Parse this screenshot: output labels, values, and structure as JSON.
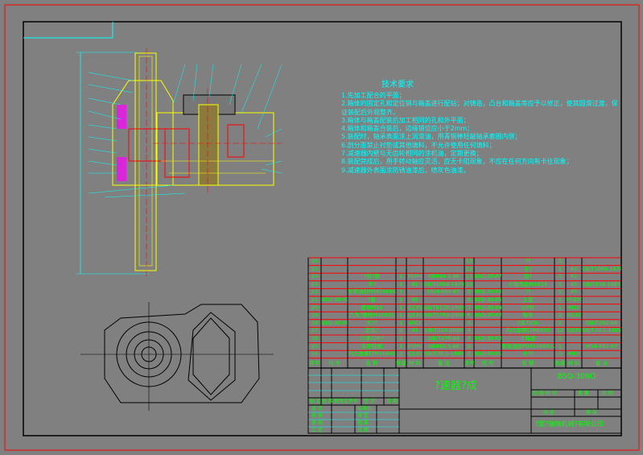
{
  "tech_requirements": {
    "title": "技术要求",
    "items": [
      "1.先加工配合的平面；",
      "2.箱体的固定孔和定位销与箱盖进行配钻；对铸造，凸台和箱盖等应予以修正，使其圆滑过渡，保",
      "证装配后外观整齐。",
      "3.箱体与箱盖配装后加工相同的孔和外平面；",
      "4.箱体和箱盖合装后，边缘错位应小于2mm；",
      "5.装配时，轴承表面涂上润滑油，用青铜棒轻敲轴承套圈内侧；",
      "6.剖分面禁止衬垫或其他填料，不允许使用任何填料；",
      "7.减速器内壁与无齿轮相同的涂机油，定期更换；",
      "8.装配完成后，用手转动轴应灵活，应无卡阻现象，不应在任何方向有卡住现象；",
      "9.减速器外表面涂防锈油漆后，喷灰色油漆。"
    ]
  },
  "bom": {
    "header_left": [
      "序号",
      "代 号",
      "名 称",
      "数量",
      "材 料",
      "备 注"
    ],
    "header_right": [
      "序号",
      "代 号",
      "名 称",
      "数量",
      "材 料",
      "备 注"
    ],
    "rows": [
      {
        "l": [
          "26",
          "",
          "",
          "",
          "",
          ""
        ],
        "r": [
          "13",
          "",
          "??",
          "1",
          "",
          ""
        ]
      },
      {
        "l": [
          "25",
          "",
          "",
          "",
          "",
          ""
        ],
        "r": [
          "12",
          "",
          "平?",
          "1",
          "45",
          "GB/T1096-1979"
        ]
      },
      {
        "l": [
          "24",
          "",
          "?封?圈",
          "1",
          "65Mn",
          "GB894.2-86"
        ],
        "r": [
          "11",
          "BSQ-30-07",
          "齿?",
          "1",
          "45",
          ""
        ]
      },
      {
        "l": [
          "23",
          "",
          "平?",
          "1",
          "45",
          "GB/T1096-1979"
        ],
        "r": [
          "10",
          "",
          "小锥齿轮M5X15",
          "1",
          "45",
          "GB/T818-1985"
        ]
      },
      {
        "l": [
          "22",
          "",
          "骨架油封PD45X68X12",
          "1",
          "",
          "HG4-692-67"
        ],
        "r": [
          "9",
          "BSQ-30-06",
          "??",
          "1",
          "45",
          ""
        ]
      },
      {
        "l": [
          "21",
          "BSQ-30-09",
          "?套",
          "1",
          "45",
          ""
        ],
        "r": [
          "8",
          "BSQ-30-05",
          "上盖",
          "1",
          "HT200",
          ""
        ]
      },
      {
        "l": [
          "20",
          "",
          "螺母M10",
          "1",
          "Q235",
          "GB/T6170-2000"
        ],
        "r": [
          "7",
          "BSQ-30-04",
          "小?轮",
          "1",
          "40Cr",
          ""
        ]
      },
      {
        "l": [
          "19",
          "",
          "六角?螺栓M10X25",
          "1",
          "Q235",
          "GB/T5783-2000"
        ],
        "r": [
          "6",
          "BSQ-30-03",
          "箱体",
          "1",
          "ZG35",
          ""
        ]
      },
      {
        "l": [
          "18",
          "BSQ-30-08",
          "大??",
          "1",
          "40Cr",
          ""
        ],
        "r": [
          "5",
          "",
          "?承7206",
          "2",
          "",
          "GB/T292-94"
        ]
      },
      {
        "l": [
          "17",
          "",
          "定位?",
          "2",
          "45",
          "GB/T119-2000"
        ],
        "r": [
          "4",
          "",
          "内六角螺钉M6X30",
          "12",
          "Q235",
          "GB/T70.1-1985"
        ]
      },
      {
        "l": [
          "16",
          "",
          "??承7207",
          "2",
          "",
          "GB/T276-94"
        ],
        "r": [
          "3",
          "BSQ-30-02",
          "下箱盖",
          "1",
          "",
          ""
        ]
      },
      {
        "l": [
          "15",
          "",
          "孔用挡圈",
          "1",
          "65Mn",
          "GB893.1-86"
        ],
        "r": [
          "2",
          "",
          "骨架油封PD45X68X12",
          "1",
          "",
          "HG4-692-67"
        ]
      },
      {
        "l": [
          "14",
          "",
          "内六角螺钉M10X45",
          "2",
          "Q235",
          "GB/T70.1-1985"
        ],
        "r": [
          "1",
          "BSQ-30-01",
          "小??",
          "1",
          "40Cr",
          ""
        ]
      }
    ]
  },
  "title_block": {
    "drawing_title": "?速器?成",
    "drawing_code": "BSQ-30NO",
    "labels_row": [
      "标 记",
      "处 数",
      "更改文件号",
      "签 字",
      "日 期"
    ],
    "left_labels": [
      "设 计",
      "校 核",
      "审 核",
      "工 艺"
    ],
    "mid_labels": [
      "标准化",
      "审 定",
      "批 准",
      "日 期"
    ],
    "stage_label": "阶 段 标 记",
    "weight_label": "重 量",
    "scale_label": "比 例",
    "sheet_label": "共   张",
    "page_label": "第   张",
    "company": "?盟?瑞精机械?有限公司"
  },
  "colors": {
    "background": "#808080",
    "cyan": "#00ffff",
    "green": "#00ff00",
    "red": "#ff0000",
    "black": "#000000"
  }
}
